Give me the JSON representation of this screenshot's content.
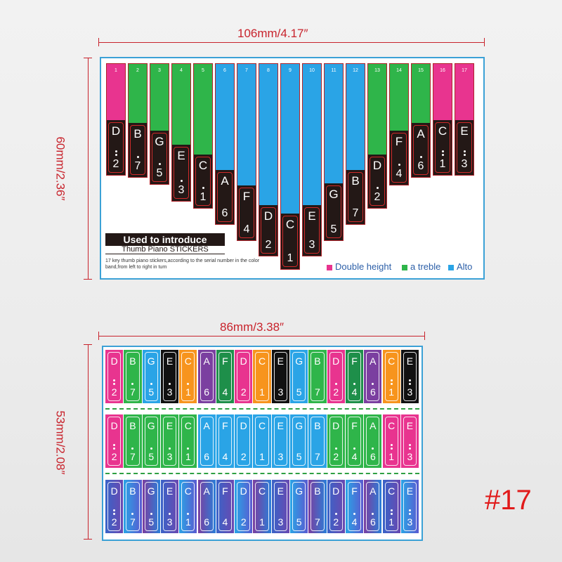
{
  "dimensions": {
    "top_width": "106mm/4.17″",
    "top_height": "60mm/2.36″",
    "bottom_width": "86mm/3.38″",
    "bottom_height": "53mm/2.08″"
  },
  "intro": {
    "title": "Used to introduce",
    "subtitle": "Thumb Piano STICKERS",
    "description": "17 key thumb piano stickers,according to the serial number in the color band,from left to right in turn"
  },
  "legend": [
    {
      "label": "Double height",
      "color": "#e8348f"
    },
    {
      "label": "a treble",
      "color": "#2fb54a"
    },
    {
      "label": "Alto",
      "color": "#2aa4e6"
    }
  ],
  "badge": "#17",
  "keys": [
    {
      "index": "1",
      "note": "D",
      "digit": "2",
      "dots": 2,
      "color": "pink"
    },
    {
      "index": "2",
      "note": "B",
      "digit": "7",
      "dots": 1,
      "color": "green"
    },
    {
      "index": "3",
      "note": "G",
      "digit": "5",
      "dots": 1,
      "color": "green"
    },
    {
      "index": "4",
      "note": "E",
      "digit": "3",
      "dots": 1,
      "color": "green"
    },
    {
      "index": "5",
      "note": "C",
      "digit": "1",
      "dots": 1,
      "color": "green"
    },
    {
      "index": "6",
      "note": "A",
      "digit": "6",
      "dots": 0,
      "color": "blue"
    },
    {
      "index": "7",
      "note": "F",
      "digit": "4",
      "dots": 0,
      "color": "blue"
    },
    {
      "index": "8",
      "note": "D",
      "digit": "2",
      "dots": 0,
      "color": "blue"
    },
    {
      "index": "9",
      "note": "C",
      "digit": "1",
      "dots": 0,
      "color": "blue"
    },
    {
      "index": "10",
      "note": "E",
      "digit": "3",
      "dots": 0,
      "color": "blue"
    },
    {
      "index": "11",
      "note": "G",
      "digit": "5",
      "dots": 0,
      "color": "blue"
    },
    {
      "index": "12",
      "note": "B",
      "digit": "7",
      "dots": 0,
      "color": "blue"
    },
    {
      "index": "13",
      "note": "D",
      "digit": "2",
      "dots": 1,
      "color": "green"
    },
    {
      "index": "14",
      "note": "F",
      "digit": "4",
      "dots": 1,
      "color": "green"
    },
    {
      "index": "15",
      "note": "A",
      "digit": "6",
      "dots": 1,
      "color": "green"
    },
    {
      "index": "16",
      "note": "C",
      "digit": "1",
      "dots": 2,
      "color": "pink"
    },
    {
      "index": "17",
      "note": "E",
      "digit": "3",
      "dots": 2,
      "color": "pink"
    }
  ],
  "strip_sequence": [
    {
      "note": "D",
      "digit": "2",
      "dots": 2
    },
    {
      "note": "B",
      "digit": "7",
      "dots": 1
    },
    {
      "note": "G",
      "digit": "5",
      "dots": 1
    },
    {
      "note": "E",
      "digit": "3",
      "dots": 1
    },
    {
      "note": "C",
      "digit": "1",
      "dots": 1
    },
    {
      "note": "A",
      "digit": "6",
      "dots": 0
    },
    {
      "note": "F",
      "digit": "4",
      "dots": 0
    },
    {
      "note": "D",
      "digit": "2",
      "dots": 0
    },
    {
      "note": "C",
      "digit": "1",
      "dots": 0
    },
    {
      "note": "E",
      "digit": "3",
      "dots": 0
    },
    {
      "note": "G",
      "digit": "5",
      "dots": 0
    },
    {
      "note": "B",
      "digit": "7",
      "dots": 0
    },
    {
      "note": "D",
      "digit": "2",
      "dots": 1
    },
    {
      "note": "F",
      "digit": "4",
      "dots": 1
    },
    {
      "note": "A",
      "digit": "6",
      "dots": 1
    },
    {
      "note": "C",
      "digit": "1",
      "dots": 2
    },
    {
      "note": "E",
      "digit": "3",
      "dots": 2
    }
  ],
  "strip1_colors": [
    "#e8348f",
    "#2fb54a",
    "#2aa4e6",
    "#111111",
    "#f7941d",
    "#7b3fa0",
    "#1e8f4a",
    "#e8348f",
    "#f7941d",
    "#111111",
    "#2aa4e6",
    "#2fb54a",
    "#e8348f",
    "#1e8f4a",
    "#7b3fa0",
    "#f7941d",
    "#111111"
  ],
  "strip2_colors": [
    "#e8348f",
    "#2fb54a",
    "#2fb54a",
    "#2fb54a",
    "#2fb54a",
    "#2aa4e6",
    "#2aa4e6",
    "#2aa4e6",
    "#2aa4e6",
    "#2aa4e6",
    "#2aa4e6",
    "#2aa4e6",
    "#2fb54a",
    "#2fb54a",
    "#2fb54a",
    "#e8348f",
    "#e8348f"
  ],
  "colors": {
    "pink": "#e8348f",
    "green": "#2fb54a",
    "blue": "#2aa4e6",
    "dim": "#c8232c",
    "border": "#3ba1d6"
  }
}
